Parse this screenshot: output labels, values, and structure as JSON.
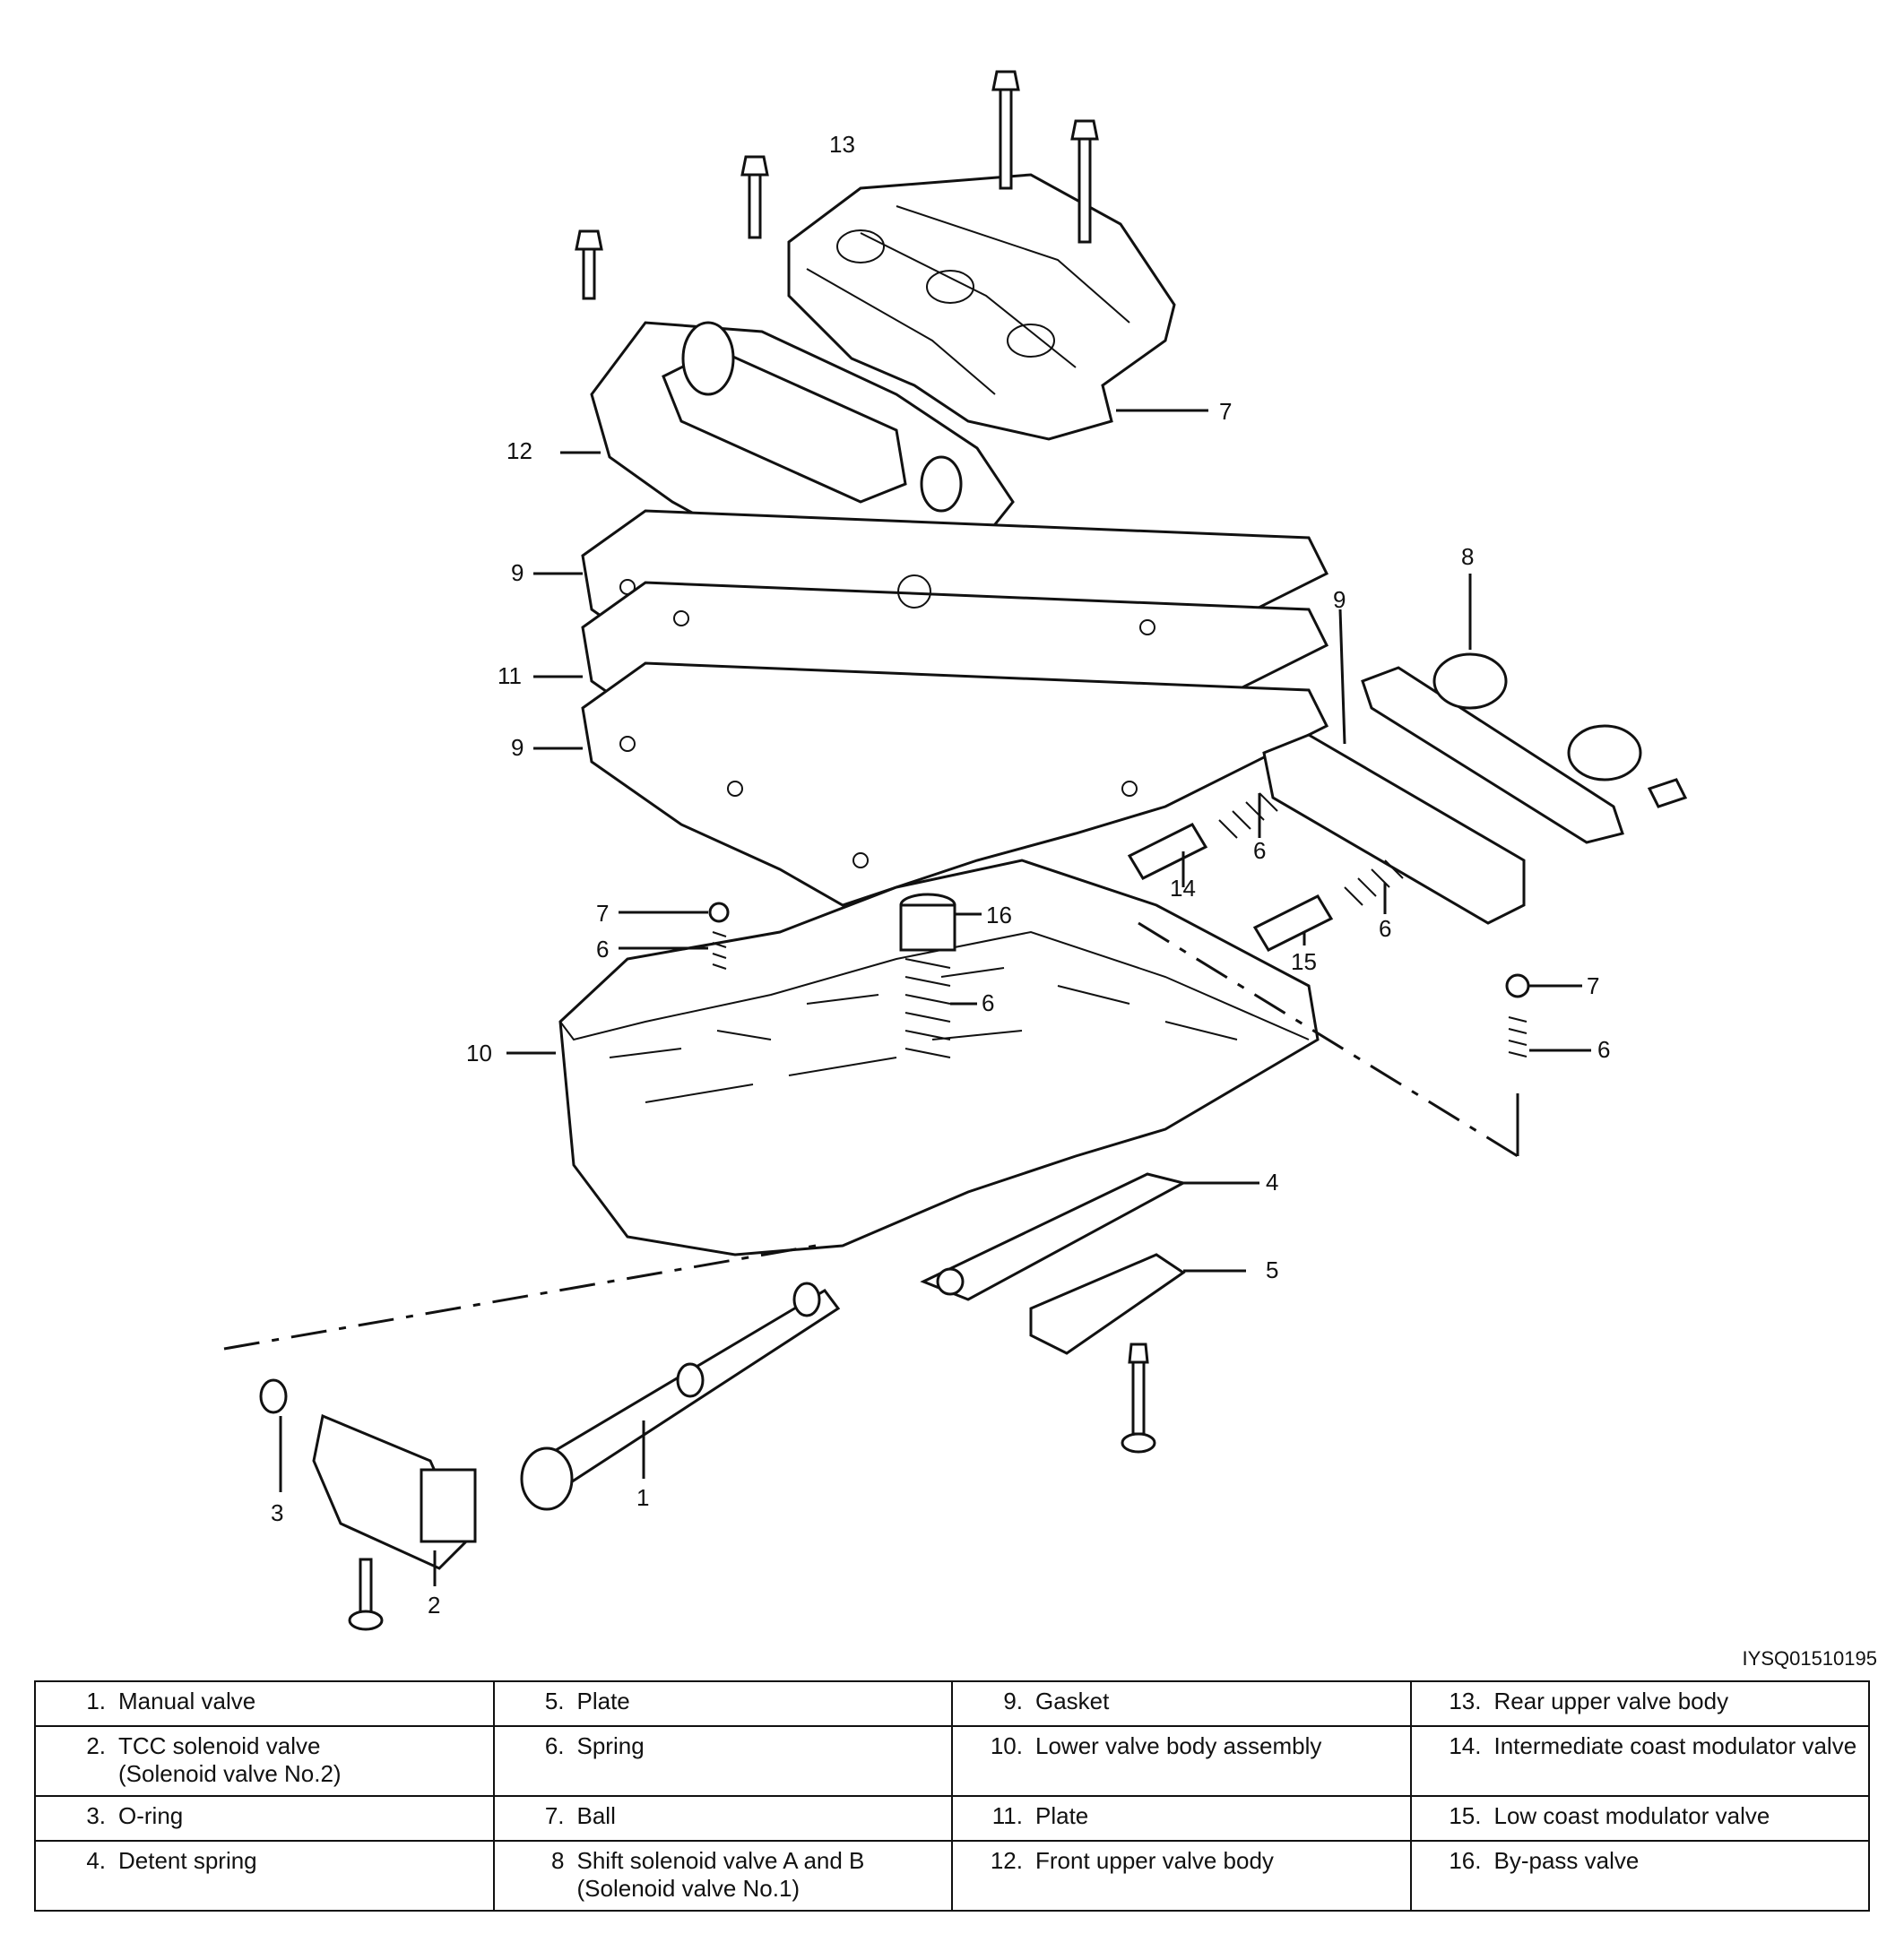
{
  "diagram": {
    "callouts": [
      "13",
      "12",
      "7",
      "9",
      "11",
      "9",
      "8",
      "9",
      "6",
      "14",
      "6",
      "15",
      "7",
      "16",
      "6",
      "6",
      "7",
      "6",
      "10",
      "4",
      "5",
      "3",
      "1",
      "2"
    ]
  },
  "figure_code": "IYSQ01510195",
  "legend": {
    "rows": [
      [
        {
          "num": "1.",
          "text": "Manual valve",
          "text2": ""
        },
        {
          "num": "5.",
          "text": "Plate",
          "text2": ""
        },
        {
          "num": "9.",
          "text": "Gasket",
          "text2": ""
        },
        {
          "num": "13.",
          "text": "Rear upper valve body",
          "text2": ""
        }
      ],
      [
        {
          "num": "2.",
          "text": "TCC solenoid valve",
          "text2": "(Solenoid valve No.2)"
        },
        {
          "num": "6.",
          "text": "Spring",
          "text2": ""
        },
        {
          "num": "10.",
          "text": "Lower valve body assembly",
          "text2": ""
        },
        {
          "num": "14.",
          "text": "Intermediate coast modulator valve",
          "text2": ""
        }
      ],
      [
        {
          "num": "3.",
          "text": "O-ring",
          "text2": ""
        },
        {
          "num": "7.",
          "text": "Ball",
          "text2": ""
        },
        {
          "num": "11.",
          "text": "Plate",
          "text2": ""
        },
        {
          "num": "15.",
          "text": "Low coast modulator valve",
          "text2": ""
        }
      ],
      [
        {
          "num": "4.",
          "text": "Detent spring",
          "text2": ""
        },
        {
          "num": "8",
          "text": "Shift solenoid valve A and B",
          "text2": "(Solenoid valve No.1)"
        },
        {
          "num": "12.",
          "text": "Front upper valve body",
          "text2": ""
        },
        {
          "num": "16.",
          "text": "By-pass valve",
          "text2": ""
        }
      ]
    ]
  }
}
